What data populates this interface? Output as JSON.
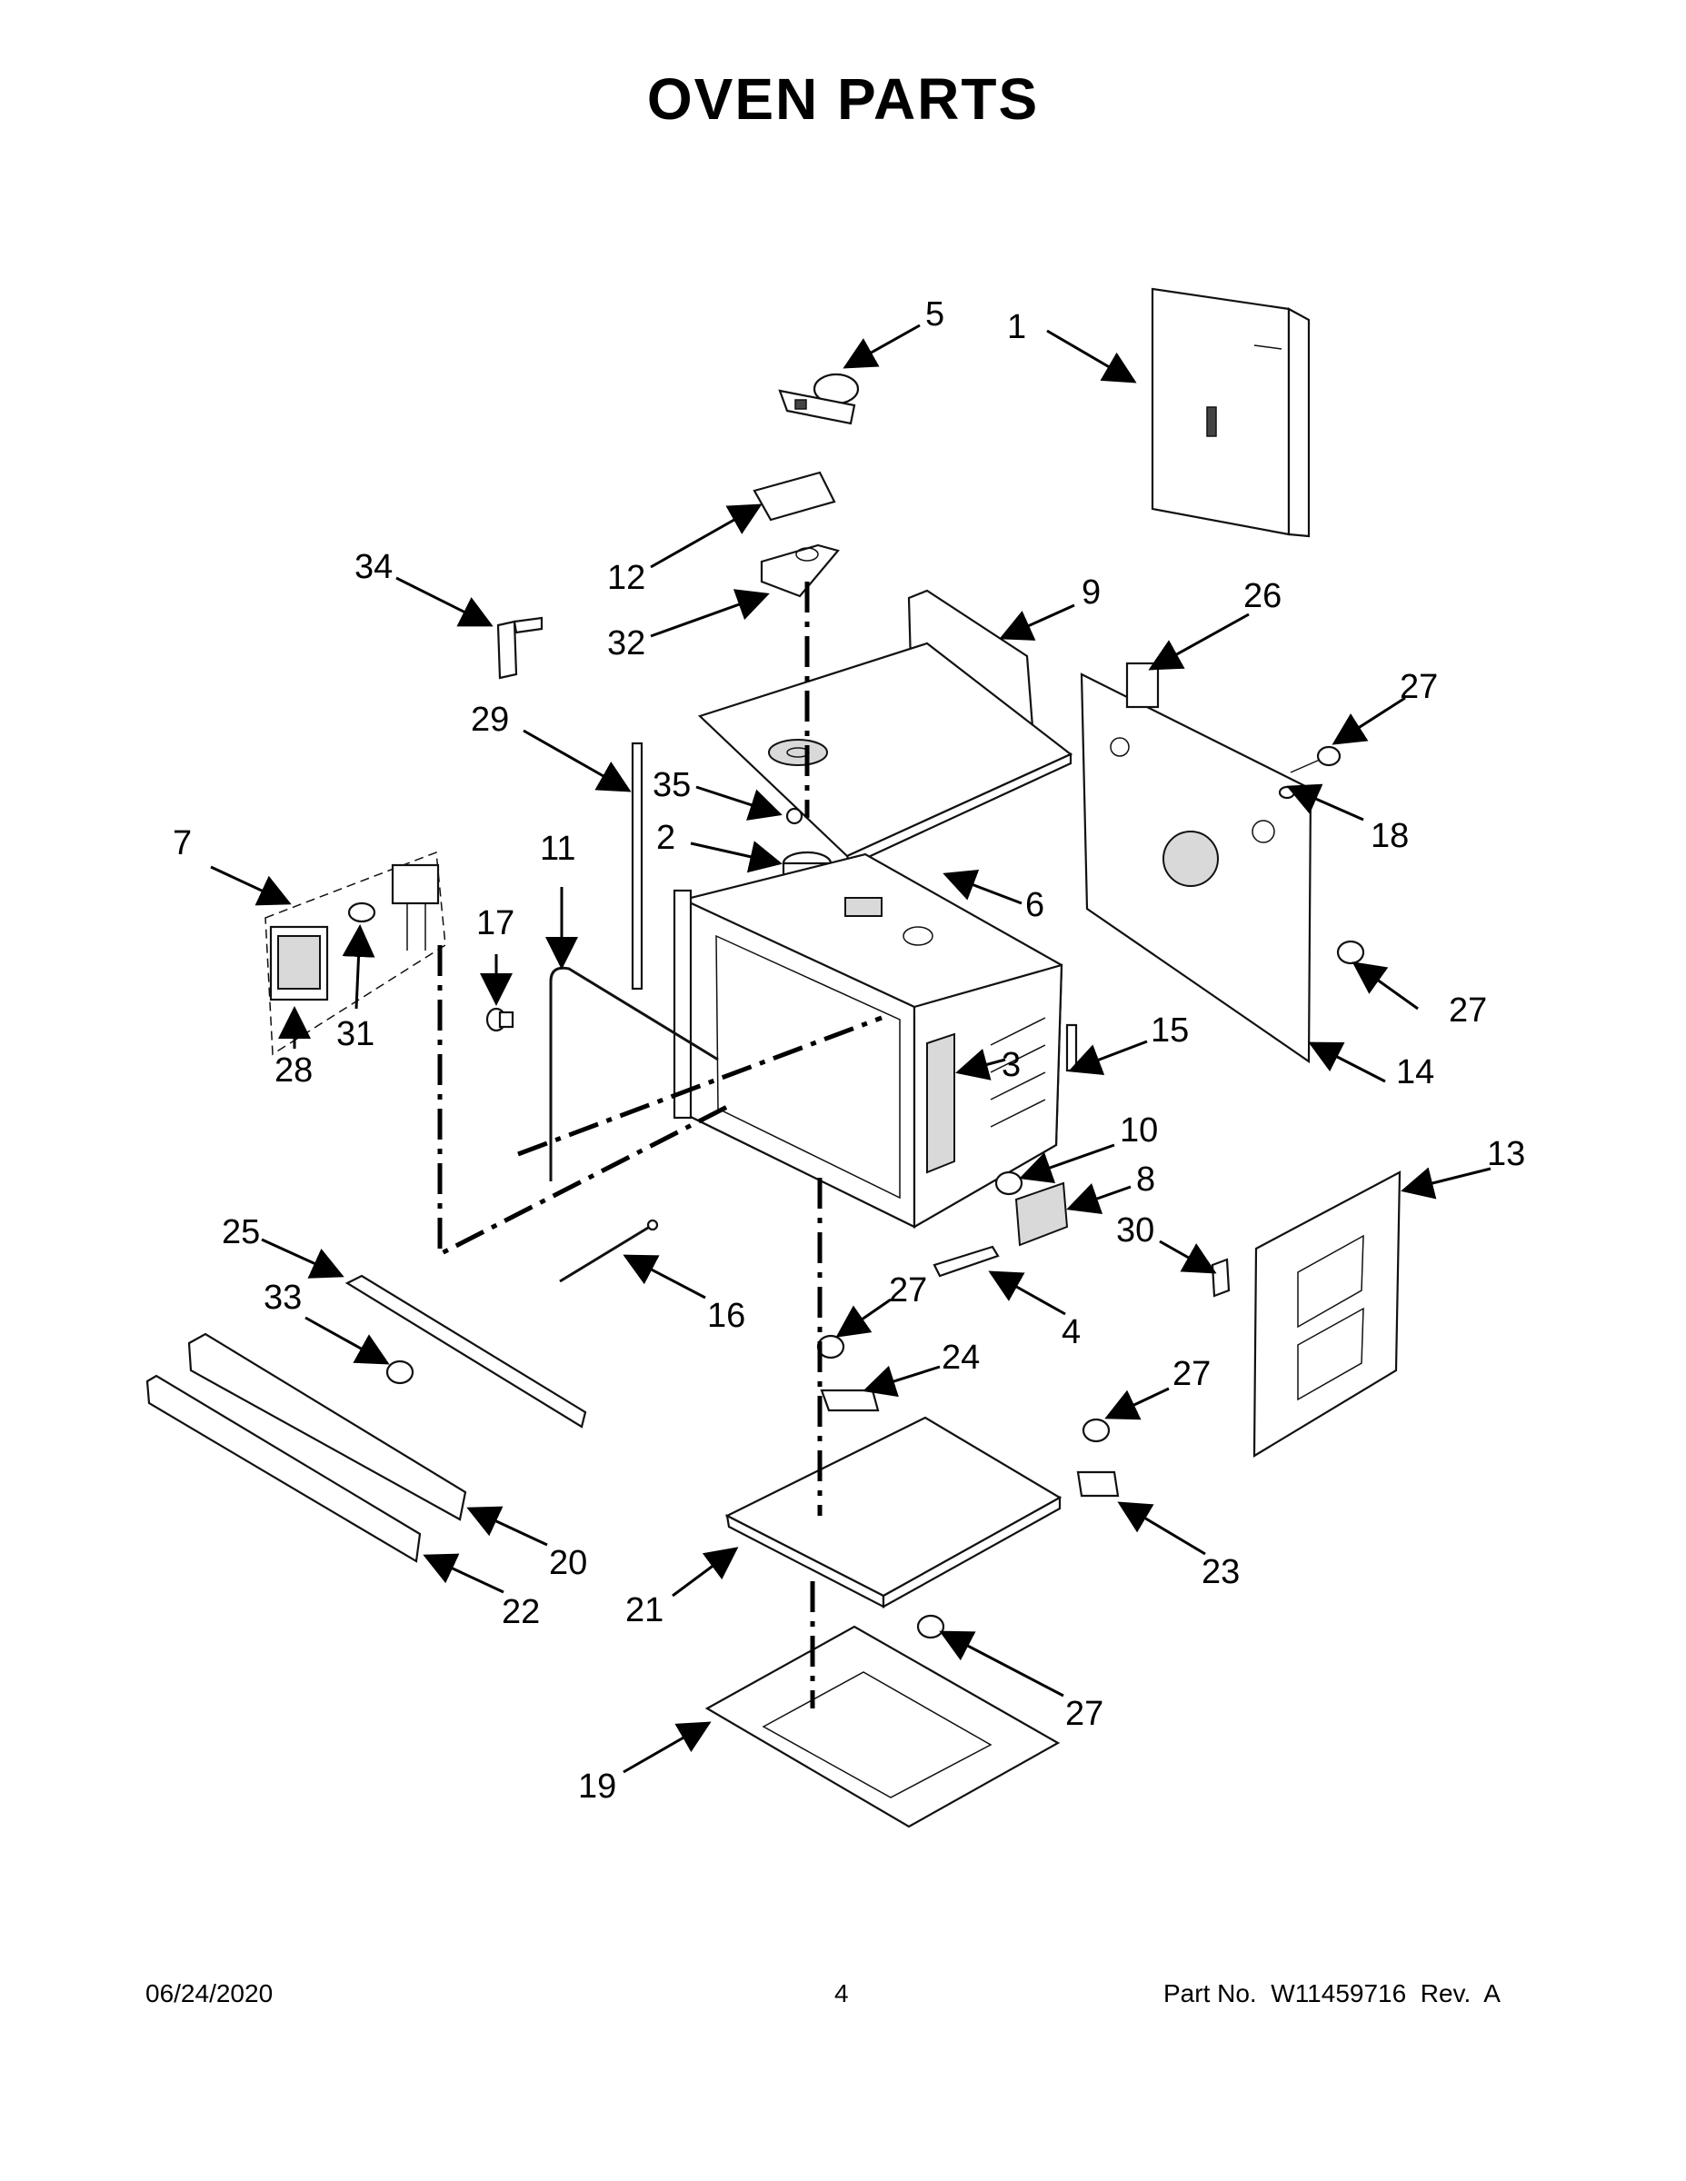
{
  "page": {
    "title": "OVEN PARTS",
    "footer_date": "06/24/2020",
    "footer_page": "4",
    "footer_part": "Part No.  W11459716  Rev.  A"
  },
  "diagram": {
    "callouts": [
      "1",
      "2",
      "3",
      "4",
      "5",
      "6",
      "7",
      "8",
      "9",
      "10",
      "11",
      "12",
      "13",
      "14",
      "15",
      "16",
      "17",
      "18",
      "19",
      "20",
      "21",
      "22",
      "23",
      "24",
      "25",
      "26",
      "27",
      "28",
      "29",
      "30",
      "31",
      "32",
      "33",
      "34",
      "35"
    ]
  }
}
